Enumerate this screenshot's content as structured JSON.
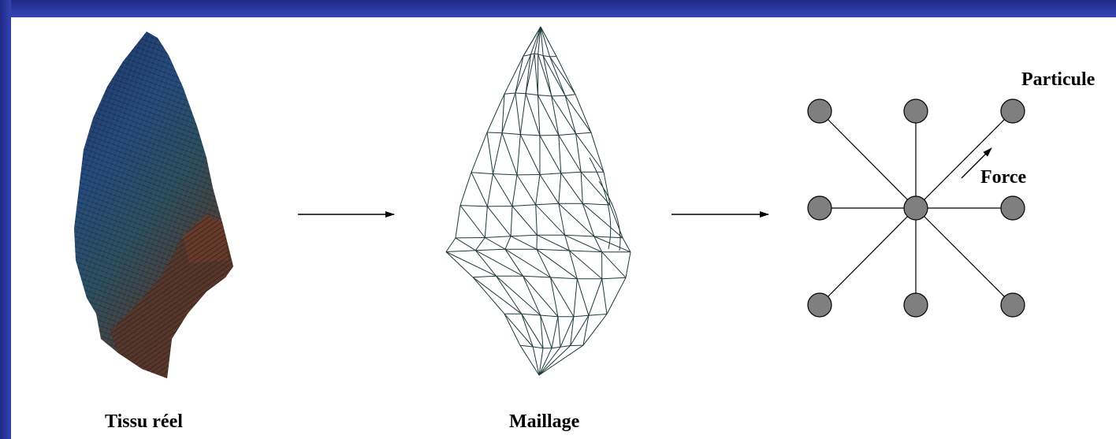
{
  "captions": {
    "real_fabric": "Tissu réel",
    "mesh": "Maillage"
  },
  "labels": {
    "particle": "Particule",
    "force": "Force"
  },
  "colors": {
    "frame": "#2c3aa3",
    "particle_fill": "#7f7f7f",
    "mesh_stroke": "#1e3a3a",
    "fabric_dark": "#1e3560",
    "fabric_brown": "#5a3a2a"
  }
}
